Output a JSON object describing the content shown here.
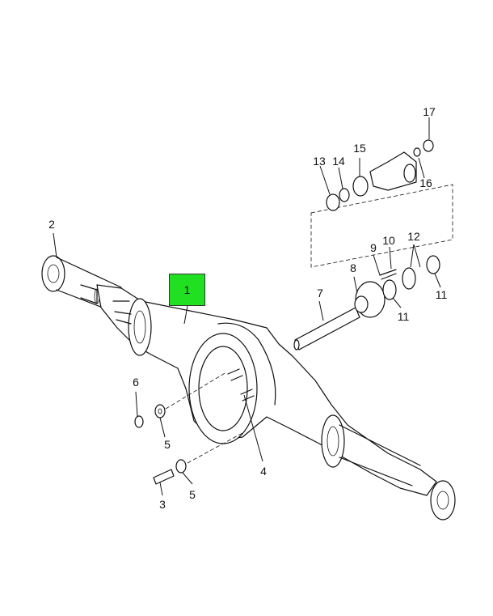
{
  "highlight": {
    "label": "1",
    "color": "#21e021"
  },
  "callouts": {
    "c2": "2",
    "c3": "3",
    "c4": "4",
    "c5a": "5",
    "c5b": "5",
    "c6": "6",
    "c7": "7",
    "c8": "8",
    "c9": "9",
    "c10": "10",
    "c11a": "11",
    "c11b": "11",
    "c12": "12",
    "c13": "13",
    "c14": "14",
    "c15": "15",
    "c16": "16",
    "c17": "17"
  }
}
